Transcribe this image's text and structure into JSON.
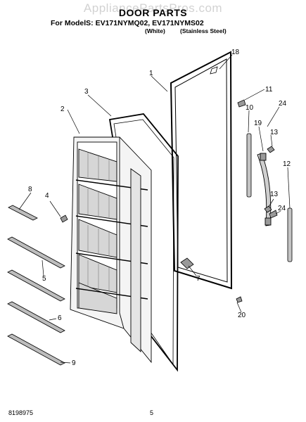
{
  "watermark": "AppliancePartsPros.com",
  "title": "DOOR PARTS",
  "models_line": "For ModelS: EV171NYMQ02, EV171NYMS02",
  "variant_white": "(White)",
  "variant_stainless": "(Stainless Steel)",
  "callouts": {
    "c1": "1",
    "c2": "2",
    "c3": "3",
    "c4": "4",
    "c5": "5",
    "c6": "6",
    "c7": "7",
    "c8": "8",
    "c9": "9",
    "c10": "10",
    "c11": "11",
    "c12": "12",
    "c13a": "13",
    "c13b": "13",
    "c18": "18",
    "c19": "19",
    "c20": "20",
    "c24a": "24",
    "c24b": "24"
  },
  "footer": {
    "doc_number": "8198975",
    "page_number": "5"
  }
}
